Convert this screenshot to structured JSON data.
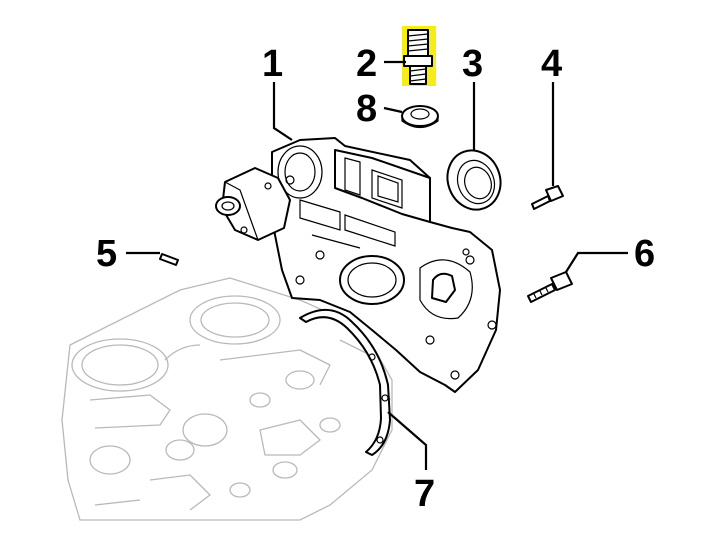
{
  "callouts": [
    {
      "id": "1",
      "text": "1"
    },
    {
      "id": "2",
      "text": "2"
    },
    {
      "id": "3",
      "text": "3"
    },
    {
      "id": "4",
      "text": "4"
    },
    {
      "id": "5",
      "text": "5"
    },
    {
      "id": "6",
      "text": "6"
    },
    {
      "id": "7",
      "text": "7"
    },
    {
      "id": "8",
      "text": "8"
    }
  ],
  "highlight_color": "#f6ec17",
  "highlighted_part": "2"
}
